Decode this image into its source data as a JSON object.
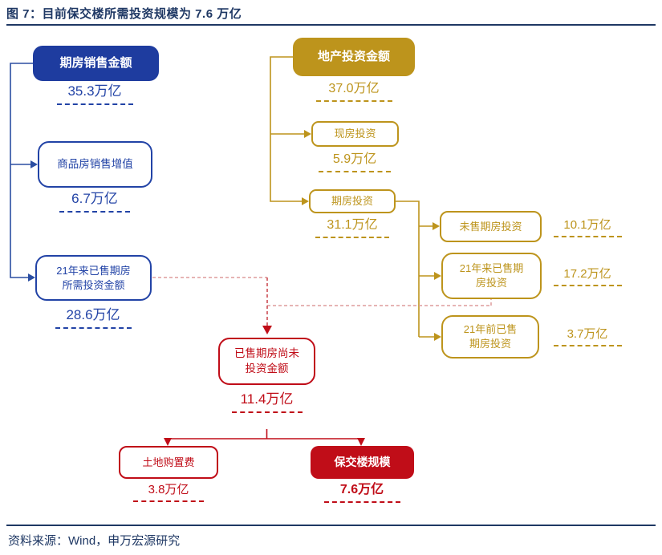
{
  "title": "图 7：目前保交楼所需投资规模为 7.6 万亿",
  "source": "资料来源：Wind，申万宏源研究",
  "colors": {
    "title_navy": "#1F3864",
    "blue": "#2243A6",
    "blue_fill": "#1E3C9F",
    "gold": "#BD941C",
    "red": "#C00D18",
    "red_dashed_light": "#DE9B9B"
  },
  "nodes": {
    "presale_sales": {
      "label": "期房销售金额",
      "value": "35.3万亿"
    },
    "commodity_sales_va": {
      "label": "商品房销售增值",
      "value": "6.7万亿"
    },
    "since21_required_inv": {
      "label": "21年来已售期房\n所需投资金额",
      "value": "28.6万亿"
    },
    "property_inv": {
      "label": "地产投资金额",
      "value": "37.0万亿"
    },
    "existing_home_inv": {
      "label": "现房投资",
      "value": "5.9万亿"
    },
    "presale_inv": {
      "label": "期房投资",
      "value": "31.1万亿"
    },
    "unsold_presale_inv": {
      "label": "未售期房投资",
      "value": "10.1万亿"
    },
    "since21_sold_presale_inv": {
      "label": "21年来已售期\n房投资",
      "value": "17.2万亿"
    },
    "before21_sold_presale_inv": {
      "label": "21年前已售\n期房投资",
      "value": "3.7万亿"
    },
    "sold_presale_uninvested": {
      "label": "已售期房尚未\n投资金额",
      "value": "11.4万亿"
    },
    "land_purchase_fee": {
      "label": "土地购置费",
      "value": "3.8万亿"
    },
    "delivery_guarantee_scale": {
      "label": "保交楼规模",
      "value": "7.6万亿"
    }
  }
}
